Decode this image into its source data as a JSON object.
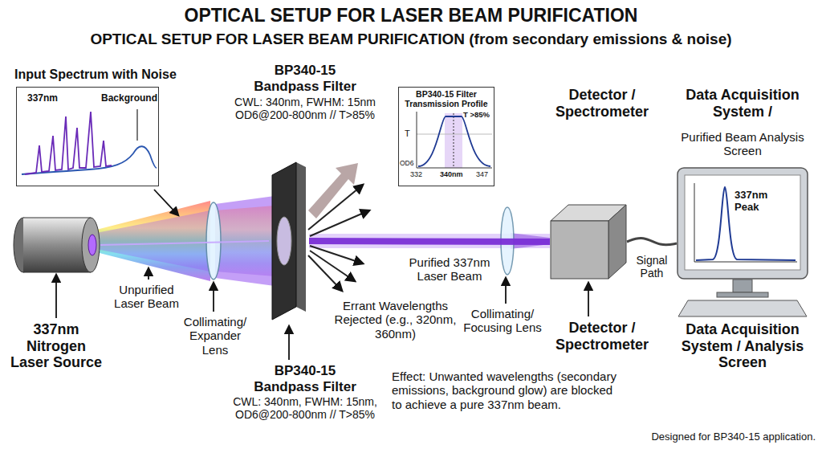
{
  "diagram": {
    "title": "OPTICAL SETUP FOR LASER BEAM PURIFICATION",
    "caption": "Designed for BP340-15 application.",
    "nodes": [
      {
        "text": [
          "Input Spectrum with Noise",
          "337nm",
          "Background"
        ]
      },
      {
        "text": [
          "337nm Nitrogen Laser Source"
        ]
      },
      {
        "text": [
          "BP340-15 Bandpass Filter",
          "CWL: 340nm, FWHM: 15nm",
          "OD6@200-800nm // T>85%"
        ]
      },
      {
        "text": [
          "BP340-15 Filter Transmission Profile",
          "T >85%",
          "T",
          "OD6",
          "332",
          "340nm",
          "347"
        ]
      },
      {
        "text": [
          "Detector / Spectrometer",
          "Detector / Spectrometer"
        ]
      },
      {
        "text": [
          "Data Acquisition System /",
          "Purified Beam Analysis Screen",
          "337nm Peak",
          "Data Acquisition System / Analysis Screen"
        ]
      }
    ],
    "edges": [
      {
        "from": 1,
        "to": 2,
        "arrow": "none"
      },
      {
        "from": 2,
        "to": 4,
        "arrow": "none",
        "label": "Purified 337nm Laser Beam"
      },
      {
        "from": 4,
        "to": 5,
        "arrow": "none",
        "label": "Signal Path"
      }
    ],
    "labels": [
      "OPTICAL SETUP FOR LASER BEAM PURIFICATION (from secondary emissions & noise)",
      "Unpurified Laser Beam",
      "Collimating/ Expander Lens",
      "Errant Wavelengths Rejected (e.g., 320nm, 360nm)",
      "BP340-15 Bandpass Filter",
      "CWL: 340nm, FWHM: 15nm, OD6@200-800nm // T>85%",
      "Collimating/ Focusing Lens",
      "Effect: Unwanted wavelengths (secondary emissions, background glow) are blocked to achieve a pure 337nm beam."
    ]
  }
}
